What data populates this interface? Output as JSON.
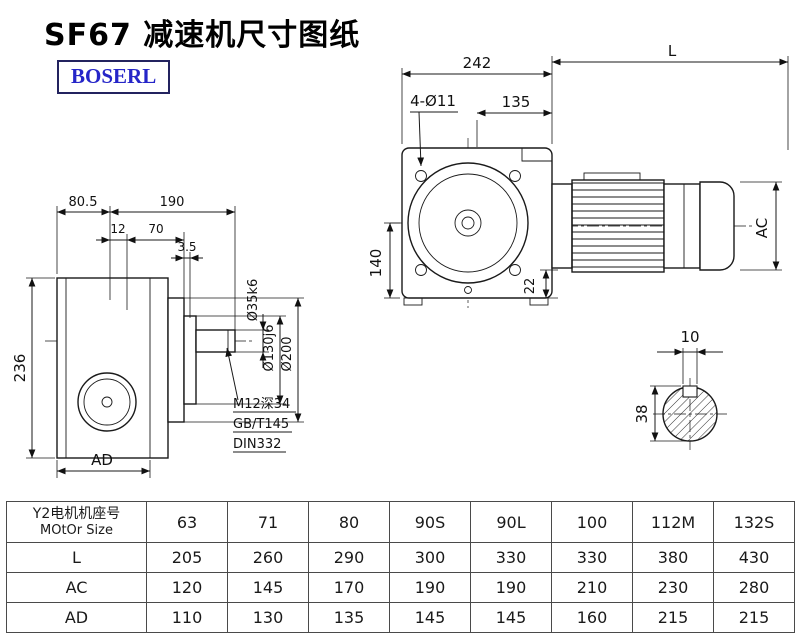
{
  "title": "SF67 减速机尺寸图纸",
  "logo": "BOSERL",
  "drawing": {
    "front_view": {
      "d242": "242",
      "dL": "L",
      "bolt_note": "4-Ø11",
      "d135": "135",
      "d140": "140",
      "d22": "22",
      "dAC": "AC"
    },
    "left_view": {
      "d80_5": "80.5",
      "d190": "190",
      "d12": "12",
      "d70": "70",
      "d3_5": "3.5",
      "d236": "236",
      "dAD": "AD",
      "shaft_dia": "Ø35k6",
      "spigot_dia": "Ø130j6",
      "flange_dia": "Ø200",
      "note1": "M12深34",
      "note2": "GB/T145",
      "note3": "DIN332"
    },
    "shaft_view": {
      "d10": "10",
      "d38": "38"
    }
  },
  "table": {
    "header": {
      "line1": "Y2电机机座号",
      "line2": "MOtOr Size"
    },
    "sizes": [
      "63",
      "71",
      "80",
      "90S",
      "90L",
      "100",
      "112M",
      "132S"
    ],
    "rows": [
      {
        "label": "L",
        "values": [
          "205",
          "260",
          "290",
          "300",
          "330",
          "330",
          "380",
          "430"
        ]
      },
      {
        "label": "AC",
        "values": [
          "120",
          "145",
          "170",
          "190",
          "190",
          "210",
          "230",
          "280"
        ]
      },
      {
        "label": "AD",
        "values": [
          "110",
          "130",
          "135",
          "145",
          "145",
          "160",
          "215",
          "215"
        ]
      }
    ]
  }
}
